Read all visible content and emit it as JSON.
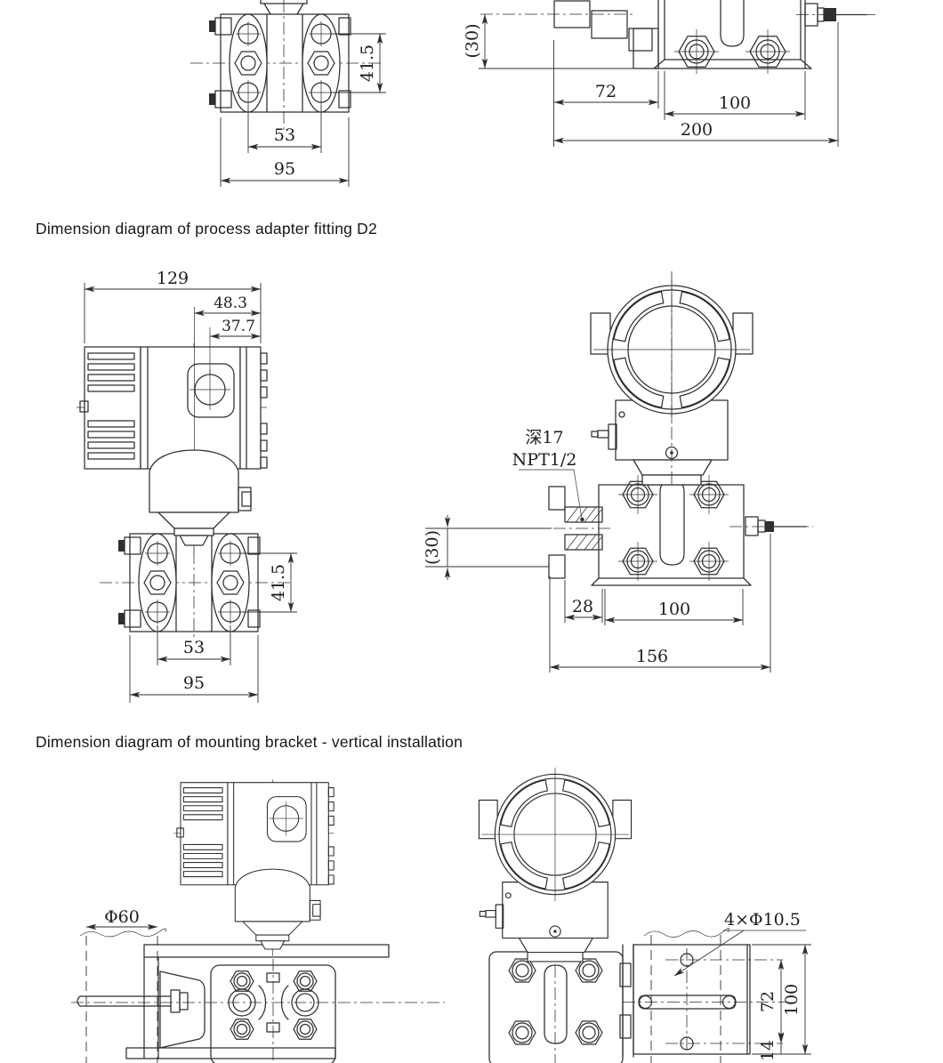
{
  "page": {
    "background": "#ffffff",
    "line_color": "#2f2f2f",
    "text_color": "#161616"
  },
  "sections": {
    "top": {
      "front": {
        "dim_height": "41.5",
        "dim_bolt_spacing": "53",
        "dim_width": "95"
      },
      "side": {
        "dim_offset": "(30)",
        "dim_left": "72",
        "dim_body": "100",
        "dim_overall": "200"
      }
    },
    "adapter": {
      "heading": "Dimension diagram of process adapter fitting D2",
      "side": {
        "dim_width": "129",
        "dim_right": "48.3",
        "dim_conduit": "37.7",
        "dim_height": "41.5",
        "dim_bolt_spacing": "53",
        "dim_flange_width": "95"
      },
      "front": {
        "label_depth": "深17",
        "label_thread": "NPT1/2",
        "dim_offset": "(30)",
        "dim_adapter": "28",
        "dim_body": "100",
        "dim_overall": "156"
      }
    },
    "bracket": {
      "heading": "Dimension diagram of mounting bracket - vertical installation",
      "side": {
        "dim_pipe": "Φ60"
      },
      "front": {
        "label_holes": "4×Φ10.5",
        "dim_hole_spacing": "72",
        "dim_plate_height": "100",
        "dim_bottom": "14"
      }
    }
  }
}
